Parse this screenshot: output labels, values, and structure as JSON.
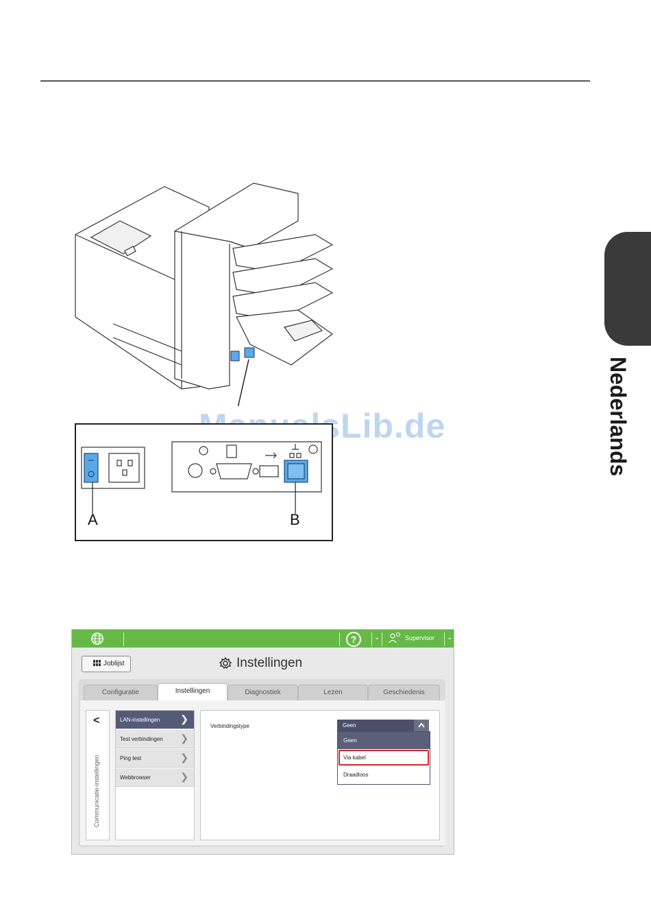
{
  "side_tab": {
    "language": "Nederlands"
  },
  "illustration": {
    "callout_a": "A",
    "callout_b": "B",
    "watermark": "ManualsLib.de"
  },
  "ui": {
    "topbar": {
      "user": "Supervisor",
      "help_icon": "?"
    },
    "back_button": "Joblijst",
    "title": "Instellingen",
    "tabs": [
      {
        "label": "Configuratie",
        "active": false
      },
      {
        "label": "Instellingen",
        "active": true
      },
      {
        "label": "Diagnostiek",
        "active": false
      },
      {
        "label": "Lezen",
        "active": false
      },
      {
        "label": "Geschiedenis",
        "active": false
      }
    ],
    "vertical_nav": {
      "back_glyph": "<",
      "label": "Communicatie-instellingen"
    },
    "menu": [
      {
        "label": "LAN-instellingen",
        "active": true
      },
      {
        "label": "Test verbindingen",
        "active": false
      },
      {
        "label": "Ping test",
        "active": false
      },
      {
        "label": "Webbrowser",
        "active": false
      }
    ],
    "field": {
      "label": "Verbindingstype",
      "value": "Geen",
      "options": [
        {
          "label": "Geen",
          "selected": true
        },
        {
          "label": "Via kabel",
          "highlighted": true
        },
        {
          "label": "Draadloos"
        }
      ]
    }
  },
  "colors": {
    "topbar_green": "#66b947",
    "menu_active": "#555a78",
    "highlight_red": "#d6262d",
    "side_tab": "#3a3a3a",
    "port_blue": "#5aa9e6"
  }
}
